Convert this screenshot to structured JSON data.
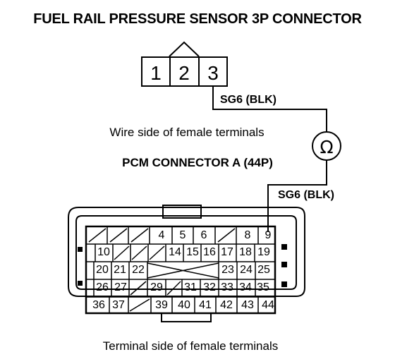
{
  "title": "FUEL RAIL PRESSURE SENSOR 3P CONNECTOR",
  "sensor_connector": {
    "pins": [
      "1",
      "2",
      "3"
    ]
  },
  "wire_top": {
    "label": "SG6 (BLK)"
  },
  "wire_side_caption": "Wire side of female terminals",
  "ohmmeter_symbol": "Ω",
  "pcm_heading": "PCM CONNECTOR A (44P)",
  "wire_bottom": {
    "label": "SG6 (BLK)"
  },
  "pcm_terminals": {
    "row1": [
      "",
      "",
      "",
      "4",
      "5",
      "6",
      "",
      "8",
      "9"
    ],
    "row2": [
      "10",
      "",
      "",
      "",
      "14",
      "15",
      "16",
      "17",
      "18",
      "19"
    ],
    "row3": [
      "20",
      "21",
      "22",
      "",
      "",
      "",
      "",
      "23",
      "24",
      "25"
    ],
    "row4": [
      "26",
      "27",
      "",
      "29",
      "",
      "31",
      "32",
      "33",
      "34",
      "35"
    ],
    "row5": [
      "36",
      "37",
      "",
      "39",
      "40",
      "41",
      "42",
      "43",
      "44"
    ]
  },
  "terminal_side_caption": "Terminal side of female terminals"
}
